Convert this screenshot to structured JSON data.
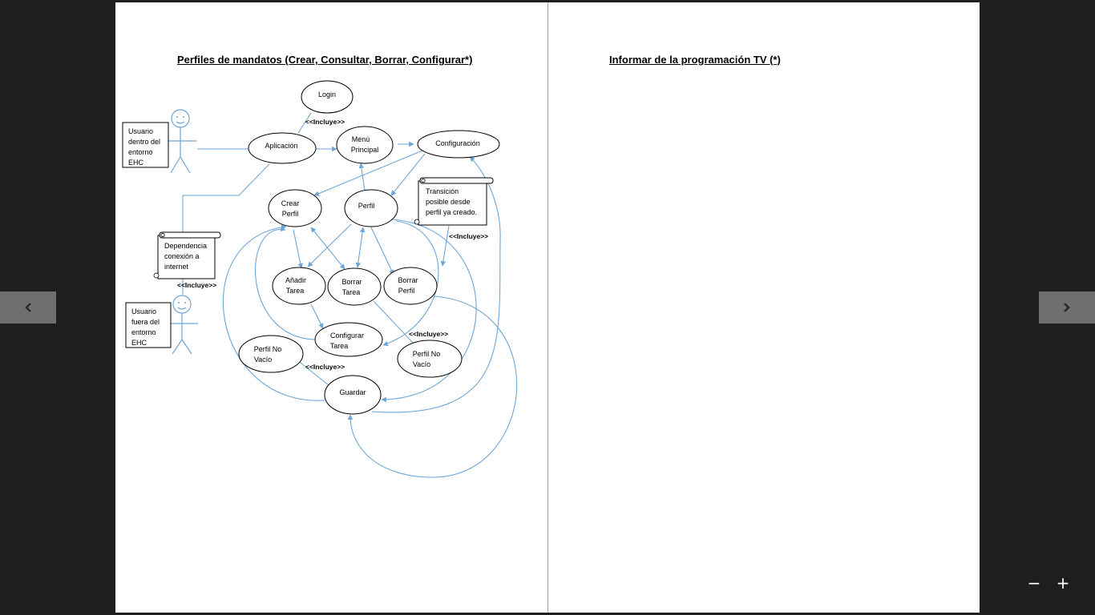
{
  "viewer": {
    "prev_icon": "chevron-left-icon",
    "next_icon": "chevron-right-icon",
    "zoom_out_label": "−",
    "zoom_in_label": "+"
  },
  "left_page": {
    "heading": "Perfiles de mandatos (Crear, Consultar, Borrar, Configurar*)"
  },
  "right_page": {
    "heading": "Informar de la programación TV (*)"
  },
  "diagram": {
    "actors": [
      {
        "lines": [
          "Usuario",
          "dentro del",
          "entorno",
          "EHC"
        ]
      },
      {
        "lines": [
          "Usuario",
          "fuera del",
          "entorno",
          "EHC"
        ]
      }
    ],
    "use_cases": {
      "login": [
        "Login"
      ],
      "aplicacion": [
        "Aplicación"
      ],
      "menu": [
        "Menú",
        "Principal"
      ],
      "configuracion": [
        "Configuración"
      ],
      "crear_perfil": [
        "Crear",
        "Perfil"
      ],
      "perfil": [
        "Perfil"
      ],
      "anadir_tarea": [
        "Añadir",
        "Tarea"
      ],
      "borrar_tarea": [
        "Borrar",
        "Tarea"
      ],
      "borrar_perfil": [
        "Borrar",
        "Perfil"
      ],
      "configurar_tarea": [
        "Configurar",
        "Tarea"
      ],
      "perfil_no_vacio_1": [
        "Perfil No",
        "Vacío"
      ],
      "perfil_no_vacio_2": [
        "Perfil No",
        "Vacío"
      ],
      "guardar": [
        "Guardar"
      ]
    },
    "notes": {
      "transicion": [
        "Transición",
        "posible desde",
        "perfil ya creado."
      ],
      "dependencia": [
        "Dependencia",
        "conexión a",
        "internet"
      ]
    },
    "include_label": "<<Incluye>>"
  }
}
